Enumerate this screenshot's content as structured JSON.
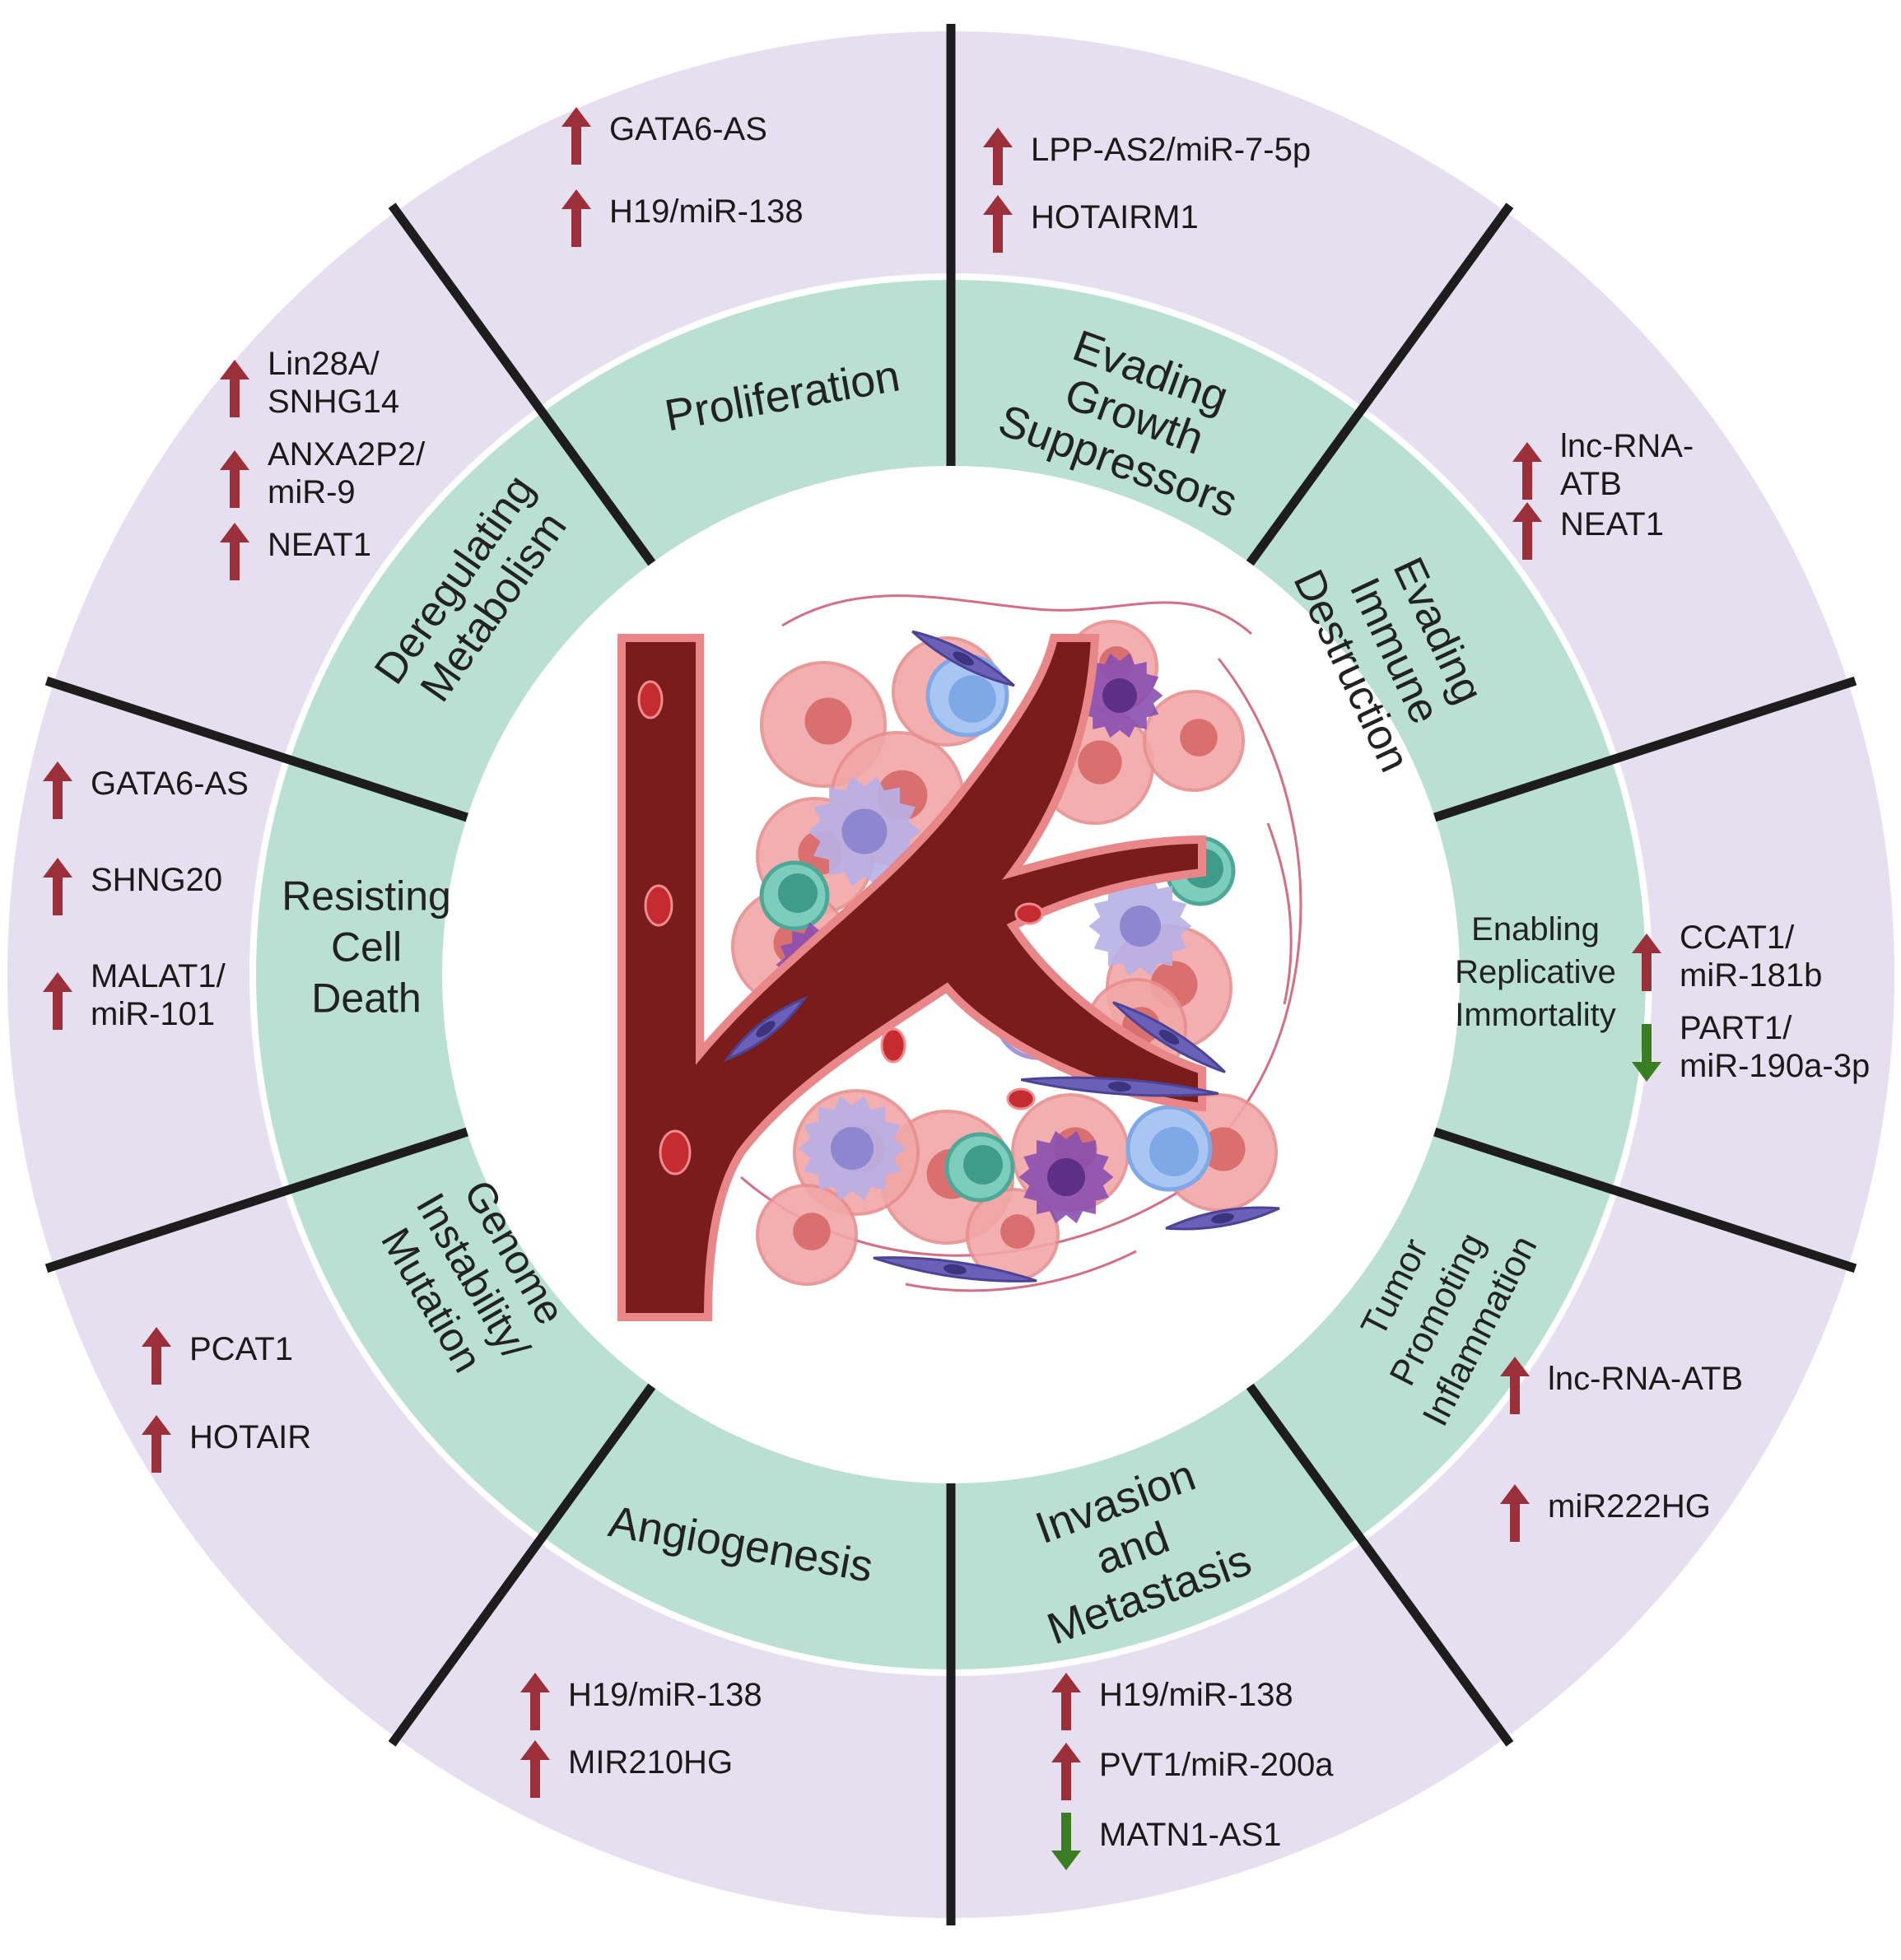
{
  "colors": {
    "outer_ring": "#e6dfef",
    "middle_ring": "#b9e0d3",
    "center": "#ffffff",
    "divider": "#1d1d1d",
    "arrow_up": "#9b2f3a",
    "arrow_down": "#3a7d22",
    "vessel": "#7a1c1c",
    "vessel_edge": "#e8868a"
  },
  "hallmarks": [
    {
      "id": "proliferation",
      "title_lines": [
        "Proliferation"
      ],
      "genes": [
        {
          "dir": "up",
          "lines": [
            "GATA6-AS"
          ]
        },
        {
          "dir": "up",
          "lines": [
            "H19/miR-138"
          ]
        }
      ]
    },
    {
      "id": "evading-growth-suppressors",
      "title_lines": [
        "Evading",
        "Growth",
        "Suppressors"
      ],
      "genes": [
        {
          "dir": "up",
          "lines": [
            "LPP-AS2/miR-7-5p"
          ]
        },
        {
          "dir": "up",
          "lines": [
            "HOTAIRM1"
          ]
        }
      ]
    },
    {
      "id": "evading-immune-destruction",
      "title_lines": [
        "Evading",
        "Immune",
        "Destruction"
      ],
      "genes": [
        {
          "dir": "up",
          "lines": [
            "lnc-RNA-",
            "ATB"
          ]
        },
        {
          "dir": "up",
          "lines": [
            "NEAT1"
          ]
        }
      ]
    },
    {
      "id": "enabling-replicative-immortality",
      "title_lines": [
        "Enabling",
        "Replicative",
        "Immortality"
      ],
      "genes": [
        {
          "dir": "up",
          "lines": [
            "CCAT1/",
            "miR-181b"
          ]
        },
        {
          "dir": "down",
          "lines": [
            "PART1/",
            "miR-190a-3p"
          ]
        }
      ]
    },
    {
      "id": "tumor-promoting-inflammation",
      "title_lines": [
        "Tumor",
        "Promoting",
        "Inflammation"
      ],
      "genes": [
        {
          "dir": "up",
          "lines": [
            "lnc-RNA-ATB"
          ]
        },
        {
          "dir": "up",
          "lines": [
            "miR222HG"
          ]
        }
      ]
    },
    {
      "id": "invasion-and-metastasis",
      "title_lines": [
        "Invasion",
        "and",
        "Metastasis"
      ],
      "genes": [
        {
          "dir": "up",
          "lines": [
            "H19/miR-138"
          ]
        },
        {
          "dir": "up",
          "lines": [
            "PVT1/miR-200a"
          ]
        },
        {
          "dir": "down",
          "lines": [
            "MATN1-AS1"
          ]
        }
      ]
    },
    {
      "id": "angiogenesis",
      "title_lines": [
        "Angiogenesis"
      ],
      "genes": [
        {
          "dir": "up",
          "lines": [
            "H19/miR-138"
          ]
        },
        {
          "dir": "up",
          "lines": [
            "MIR210HG"
          ]
        }
      ]
    },
    {
      "id": "genome-instability-mutation",
      "title_lines": [
        "Genome",
        "Instability/",
        "Mutation"
      ],
      "genes": [
        {
          "dir": "up",
          "lines": [
            "PCAT1"
          ]
        },
        {
          "dir": "up",
          "lines": [
            "HOTAIR"
          ]
        }
      ]
    },
    {
      "id": "resisting-cell-death",
      "title_lines": [
        "Resisting",
        "Cell",
        "Death"
      ],
      "genes": [
        {
          "dir": "up",
          "lines": [
            "GATA6-AS"
          ]
        },
        {
          "dir": "up",
          "lines": [
            "SHNG20"
          ]
        },
        {
          "dir": "up",
          "lines": [
            "MALAT1/",
            "miR-101"
          ]
        }
      ]
    },
    {
      "id": "deregulating-metabolism",
      "title_lines": [
        "Deregulating",
        "Metabolism"
      ],
      "genes": [
        {
          "dir": "up",
          "lines": [
            "Lin28A/",
            "SNHG14"
          ]
        },
        {
          "dir": "up",
          "lines": [
            "ANXA2P2/",
            "miR-9"
          ]
        },
        {
          "dir": "up",
          "lines": [
            "NEAT1"
          ]
        }
      ]
    }
  ]
}
